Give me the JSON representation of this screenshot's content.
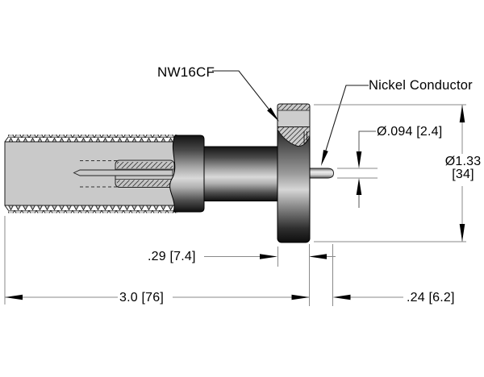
{
  "labels": {
    "flange_type": "NW16CF",
    "conductor": "Nickel Conductor"
  },
  "dimensions": {
    "conductor_diameter": "Ø.094 [2.4]",
    "flange_diameter_in": "Ø1.33",
    "flange_diameter_mm": "[34]",
    "flange_thickness": ".29 [7.4]",
    "overall_length": "3.0 [76]",
    "conductor_protrusion": ".24 [6.2]"
  },
  "colors": {
    "background": "#ffffff",
    "line": "#000000",
    "dim_line": "#8a8a8a",
    "section_fill": "#c9c9c9",
    "hatch_line": "#3a3a3a",
    "metal_dark": "#141414",
    "metal_light": "#d9d9d9"
  }
}
